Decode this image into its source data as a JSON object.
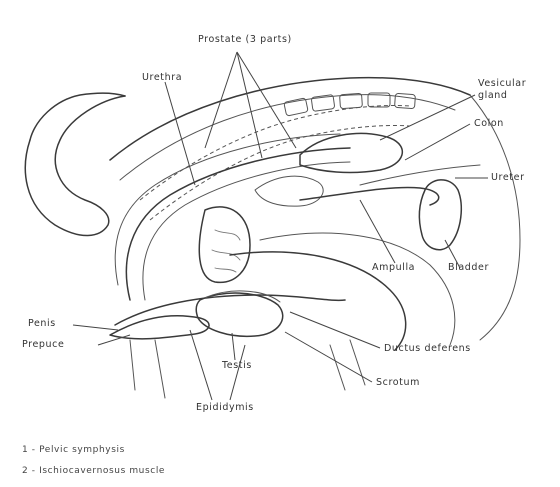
{
  "labels": {
    "prostate": "Prostate (3 parts)",
    "urethra": "Urethra",
    "vesicular_gland": "Vesicular\ngland",
    "colon": "Colon",
    "ureter": "Ureter",
    "ampulla": "Ampulla",
    "bladder": "Bladder",
    "penis": "Penis",
    "prepuce": "Prepuce",
    "testis": "Testis",
    "ductus_deferens": "Ductus deferens",
    "scrotum": "Scrotum",
    "epididymis": "Epididymis"
  },
  "legend": [
    "1 - Pelvic symphysis",
    "2 - Ischiocavernosus muscle"
  ]
}
